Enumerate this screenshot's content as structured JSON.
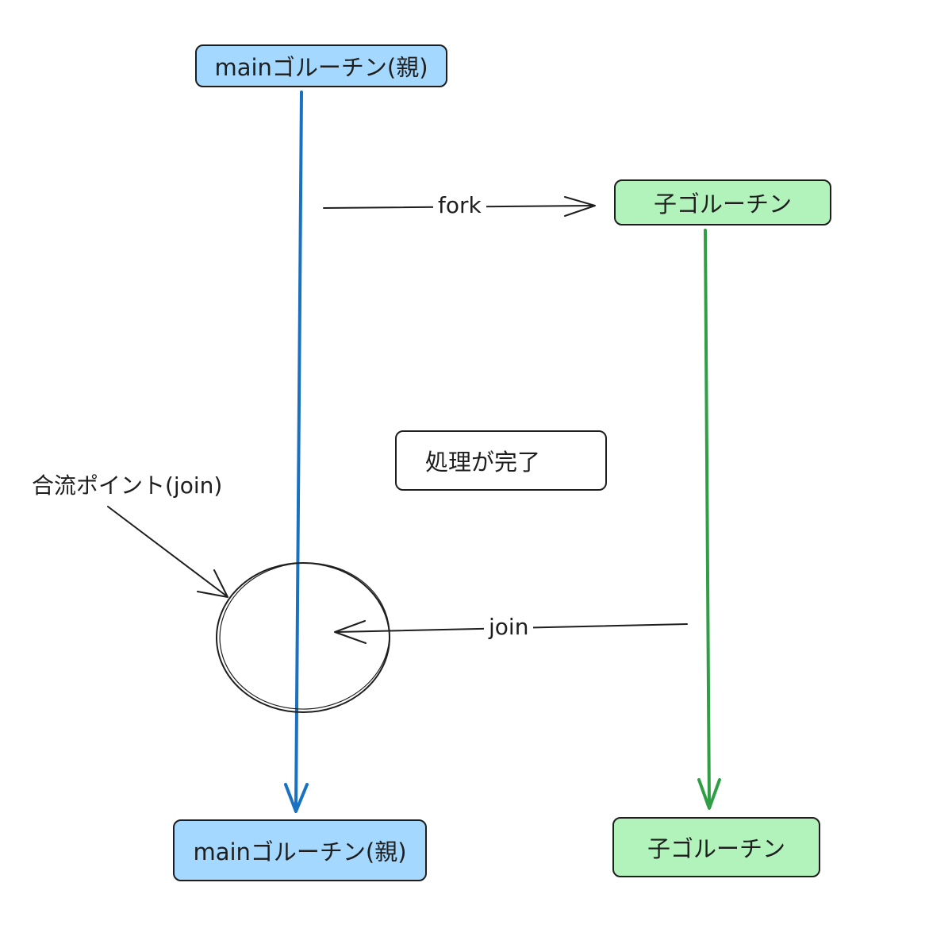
{
  "nodes": {
    "main_parent_top": "mainゴルーチン(親)",
    "child_top": "子ゴルーチン",
    "main_parent_bottom": "mainゴルーチン(親)",
    "child_bottom": "子ゴルーチン",
    "processing_done": "処理が完了"
  },
  "edges": {
    "fork_label": "fork",
    "join_label": "join"
  },
  "annotations": {
    "join_point": "合流ポイント(join)"
  },
  "colors": {
    "parent_fill": "#a5d8ff",
    "child_fill": "#b2f2bb",
    "parent_line": "#1971c2",
    "child_line": "#2f9e44",
    "stroke": "#1e1e1e"
  }
}
